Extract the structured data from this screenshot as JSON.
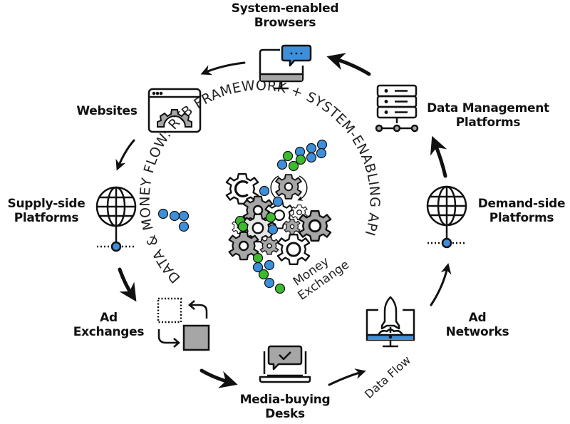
{
  "title": "Data & Money Flow: RTB Framework + System-Enabling API",
  "center_ring_text": "DATA & MONEY FLOW: RTB FRAMEWORK + SYSTEM-ENABLING API",
  "center_annotation": {
    "line1": "Money",
    "line2": "Exchange"
  },
  "data_flow_label": "Data Flow",
  "colors": {
    "blue": "#3d8fd9",
    "green": "#3dbb2f",
    "gray": "#a6a6a6",
    "stroke": "#111111"
  },
  "nodes": [
    {
      "id": "browsers",
      "line1": "System-enabled",
      "line2": "Browsers",
      "icon": "monitor-chat-icon"
    },
    {
      "id": "dmp",
      "line1": "Data Management",
      "line2": "Platforms",
      "icon": "server-stack-icon"
    },
    {
      "id": "dsp",
      "line1": "Demand-side",
      "line2": "Platforms",
      "icon": "globe-network-icon"
    },
    {
      "id": "ad-networks",
      "line1": "Ad",
      "line2": "Networks",
      "icon": "monitor-rocket-icon"
    },
    {
      "id": "media-desks",
      "line1": "Media-buying",
      "line2": "Desks",
      "icon": "laptop-check-icon"
    },
    {
      "id": "ad-exchanges",
      "line1": "Ad",
      "line2": "Exchanges",
      "icon": "swap-squares-icon"
    },
    {
      "id": "ssp",
      "line1": "Supply-side",
      "line2": "Platforms",
      "icon": "globe-network-icon"
    },
    {
      "id": "websites",
      "line1": "Websites",
      "line2": "",
      "icon": "browser-gear-icon"
    }
  ],
  "flow_order": [
    "ad-networks",
    "dsp",
    "dmp",
    "browsers",
    "websites",
    "ssp",
    "ad-exchanges",
    "media-desks",
    "ad-networks"
  ]
}
